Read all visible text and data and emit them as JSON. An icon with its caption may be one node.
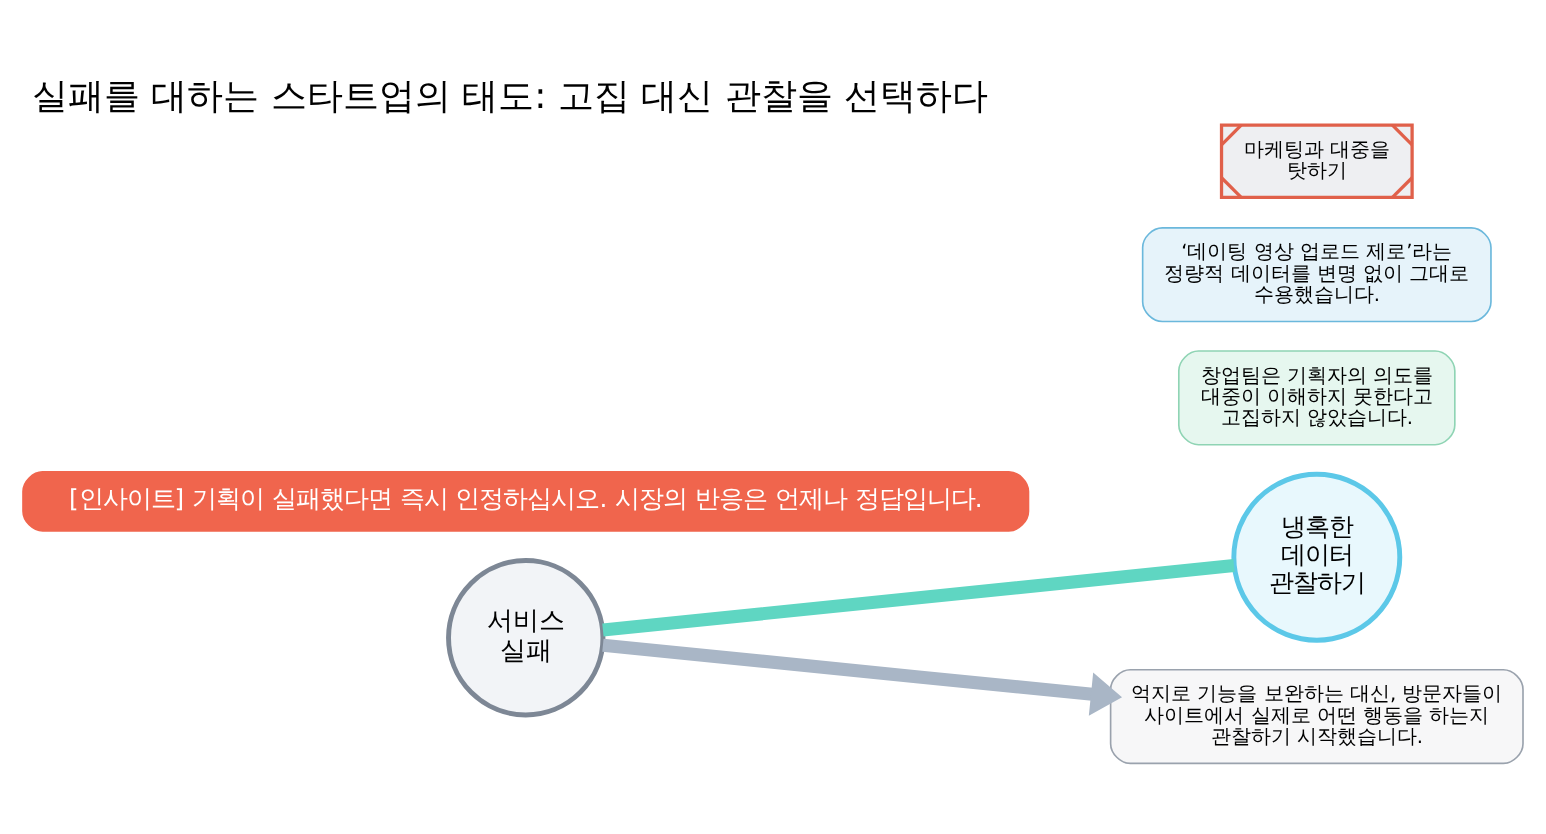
{
  "diagram": {
    "title": "실패를 대하는 스타트업의 태도: 고집 대신 관찰을 선택하다",
    "nodes": [
      {
        "text": [
          "서비스 실패"
        ]
      },
      {
        "text": [
          "냉혹한 데이터 관찰하기"
        ]
      },
      {
        "text": [
          "창업팀은 기획자의 의도를 대중이 이해하지 못한다고 고집하지 않았습니다."
        ]
      },
      {
        "text": [
          "‘데이팅 영상 업로드 제로’라는 정량적 데이터를 변명 없이 그대로 수용했습니다."
        ]
      },
      {
        "text": [
          "억지로 기능을 보완하는 대신, 방문자들이 사이트에서 실제로 어떤 행동을 하는지 관찰하기 시작했습니다."
        ]
      },
      {
        "text": [
          "마케팅과 대중을 탓하기"
        ]
      },
      {
        "text": [
          "[인사이트] 기획이 실패했다면 즉시 인정하십시오. 시장의 반응은 언제나 정답입니다."
        ]
      }
    ],
    "edges": [
      {
        "from": 0,
        "to": 1,
        "arrow": "none",
        "color": "#5fd6c2"
      },
      {
        "from": 0,
        "to": 4,
        "arrow": "to",
        "color": "#a9b6c6"
      }
    ]
  }
}
